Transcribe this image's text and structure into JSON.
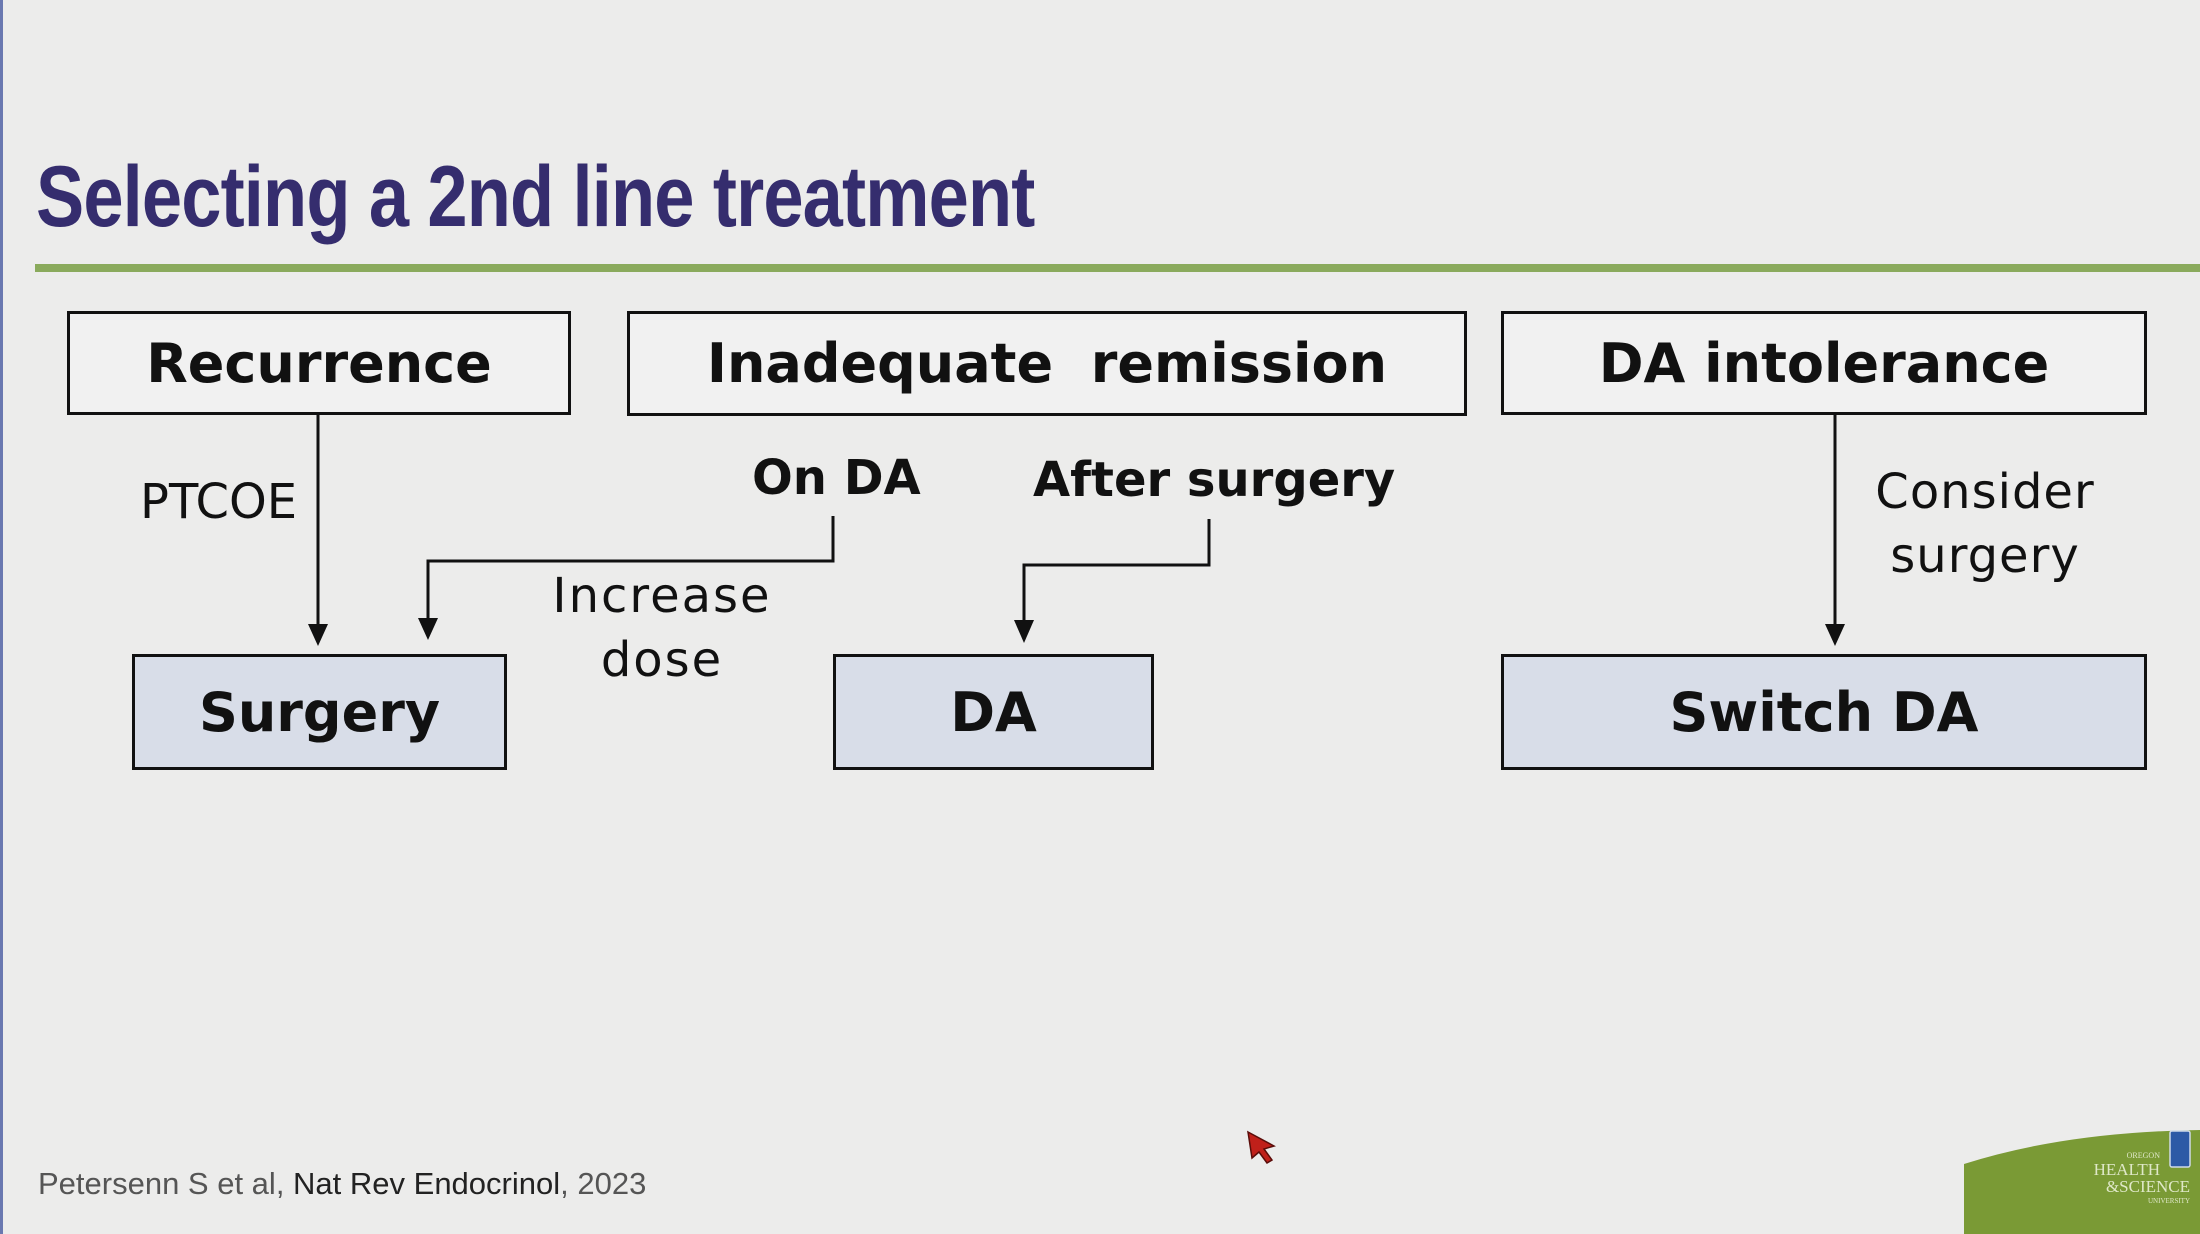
{
  "slide": {
    "title": "Selecting a 2nd line treatment",
    "boxes": {
      "recurrence": "Recurrence",
      "inadequate_remission": "Inadequate  remission",
      "da_intolerance": "DA intolerance",
      "surgery": "Surgery",
      "da": "DA",
      "switch_da": "Switch DA"
    },
    "labels": {
      "ptcoe": "PTCOE",
      "on_da": "On DA",
      "after_surgery": "After surgery",
      "increase_dose_1": "Increase",
      "increase_dose_2": "dose",
      "consider_surgery_1": "Consider",
      "consider_surgery_2": "surgery"
    },
    "citation": {
      "authors": "Petersenn S et al, ",
      "journal": "Nat Rev Endocrinol",
      "year": ", 2023"
    },
    "logo_text": "OREGON HEALTH & SCIENCE UNIVERSITY"
  },
  "colors": {
    "title": "#352d6e",
    "rule": "#8aaa5c",
    "box_fill": "#d8dde8",
    "logo_green": "#7a9a35"
  }
}
